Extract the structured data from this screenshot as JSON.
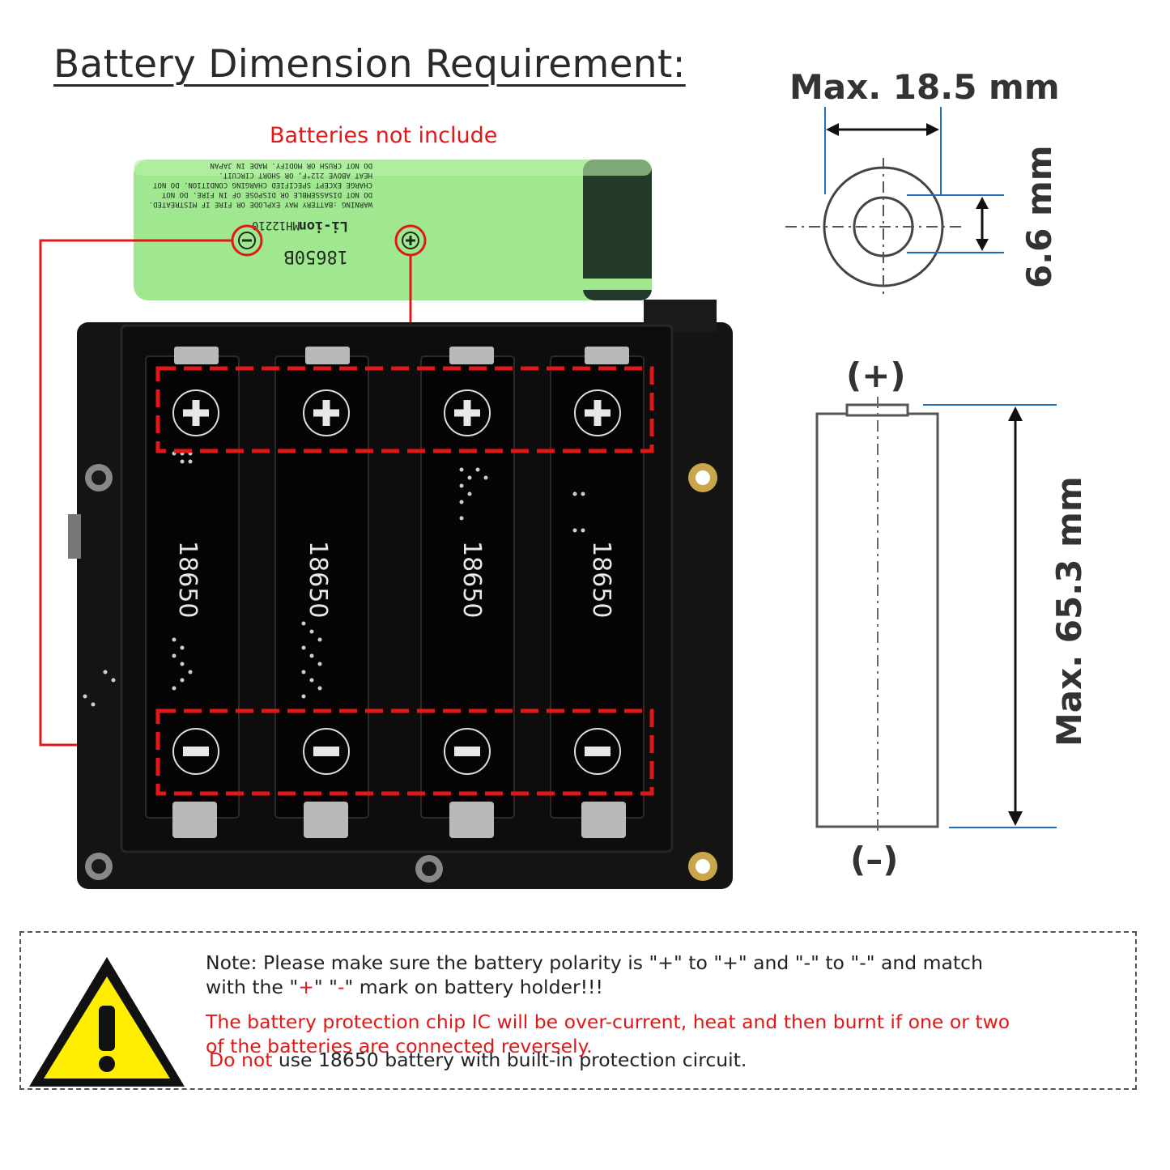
{
  "title": "Battery Dimension Requirement:",
  "batteries_note": "Batteries not include",
  "battery_cell": {
    "label_model": "18650B",
    "label_type": "Li-ion",
    "label_code": "MH12210",
    "warning_lines": [
      "WARNING :BATTERY MAY EXPLODE OR FIRE IF MISTREATED.",
      "DO NOT DISASSEMBLE OR DISPOSE OF IN FIRE. DO NOT",
      "CHARGE EXCEPT SPECIFIED CHARGING CONDITION. DO NOT",
      "HEAT ABOVE 212°F, OR SHORT CIRCUIT.",
      "DO NOT CRUSH OR MODIFY.   MADE IN JAPAN"
    ],
    "color": "#9fe88f"
  },
  "holder": {
    "slot_label": "18650",
    "slot_count": 4,
    "plus_symbol": "+",
    "minus_symbol": "−"
  },
  "top_view": {
    "diameter_label": "Max. 18.5 mm",
    "terminal_label": "6.6 mm"
  },
  "side_view": {
    "plus_label": "(+)",
    "minus_label": "(–)",
    "length_label": "Max. 65.3 mm"
  },
  "note": {
    "line1": "Note: Please make sure the battery polarity is \"+\" to \"+\" and \"-\" to \"-\" and match",
    "line2_pre": "with the \"",
    "line2_plus": "+",
    "line2_mid": "\" \"",
    "line2_minus": "-",
    "line2_post": "\" mark on battery holder!!!",
    "warning1": "The battery protection chip IC will be over-current, heat and then burnt if one or two",
    "warning2": "of the batteries are connected reversely.",
    "donot_red": "Do not",
    "donot_rest": " use 18650 battery with built-in protection circuit."
  },
  "colors": {
    "accent_red": "#e01818",
    "dimension_blue": "#1f6fc0",
    "warning_yellow": "#ffee00"
  }
}
